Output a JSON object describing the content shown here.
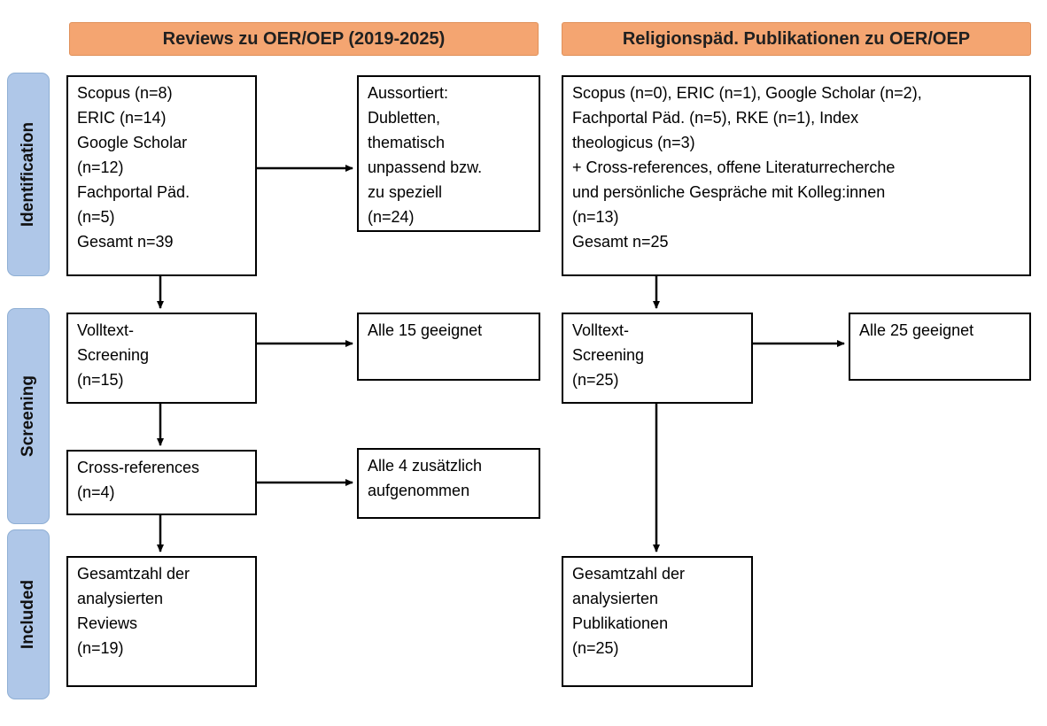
{
  "headers": {
    "left": "Reviews zu OER/OEP (2019-2025)",
    "right": "Religionspäd. Publikationen zu OER/OEP"
  },
  "stages": {
    "identification": "Identification",
    "screening": "Screening",
    "included": "Included"
  },
  "left_flow": {
    "sources": "Scopus (n=8)\nERIC (n=14)\nGoogle Scholar\n(n=12)\nFachportal Päd.\n(n=5)\nGesamt n=39",
    "excluded": "Aussortiert:\nDubletten,\nthematisch\nunpassend bzw.\nzu speziell\n(n=24)",
    "fulltext": "Volltext-\nScreening\n(n=15)",
    "fulltext_result": "Alle 15 geeignet",
    "crossref": "Cross-references\n(n=4)",
    "crossref_result": "Alle 4 zusätzlich\naufgenommen",
    "total": "Gesamtzahl der\nanalysierten\nReviews\n(n=19)"
  },
  "right_flow": {
    "sources": "Scopus (n=0), ERIC (n=1), Google Scholar (n=2),\nFachportal Päd. (n=5), RKE (n=1), Index\ntheologicus (n=3)\n+ Cross-references, offene Literaturrecherche\nund persönliche Gespräche mit Kolleg:innen\n(n=13)\nGesamt n=25",
    "fulltext": "Volltext-\nScreening\n(n=25)",
    "fulltext_result": "Alle 25 geeignet",
    "total": "Gesamtzahl der\nanalysierten\nPublikationen\n(n=25)"
  },
  "colors": {
    "header_bg": "#F4A571",
    "header_border": "#E09059",
    "stage_bg": "#AFC7E8",
    "stage_border": "#8FAFD4",
    "box_border": "#000000",
    "arrow": "#000000"
  }
}
